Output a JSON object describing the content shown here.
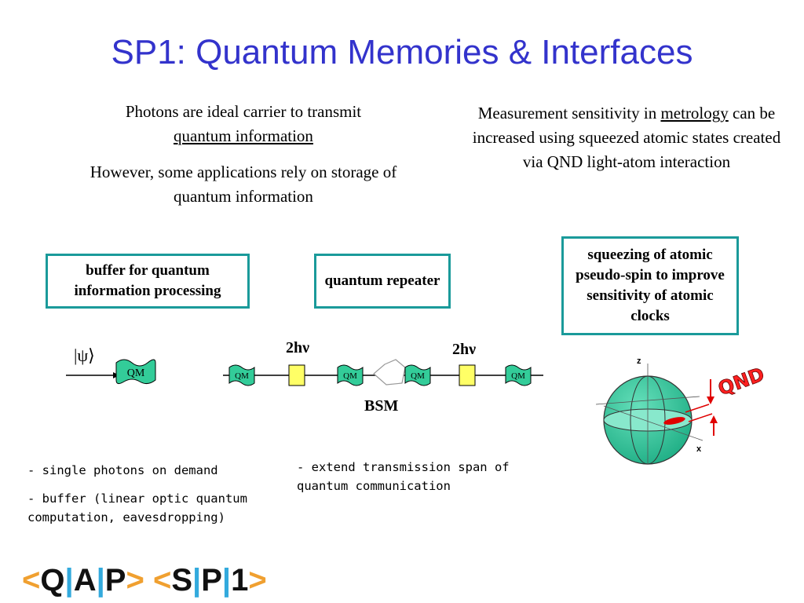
{
  "slide": {
    "title": "SP1: Quantum Memories & Interfaces",
    "left_text": {
      "line1": "Photons are ideal carrier to transmit",
      "line2_link": "quantum information",
      "para2": "However, some applications rely on storage of quantum information"
    },
    "right_text": {
      "pre": "Measurement sensitivity in ",
      "link": "metrology",
      "post": " can be increased using squeezed atomic states created via QND light-atom interaction"
    },
    "boxes": {
      "buffer": "buffer for quantum information processing",
      "repeater": "quantum repeater",
      "squeezing": "squeezing of atomic pseudo-spin to improve sensitivity of  atomic clocks"
    },
    "diagram": {
      "psi": "|ψ⟩",
      "qm": "QM",
      "photon_pair": "2hν",
      "bsm": "BSM",
      "axis_z": "z",
      "axis_x": "x",
      "qnd": "QND"
    },
    "notes": {
      "left1": "- single photons on demand",
      "left2": "- buffer (linear optic quantum computation, eavesdropping)",
      "middle1": "- extend transmission span of quantum communication"
    },
    "logo": {
      "text": "<Q|A|P> <S|P|1>"
    },
    "colors": {
      "title": "#3333cc",
      "box_border": "#1a9a9a",
      "qm_fill": "#33cc99",
      "detector_fill": "#ffff66",
      "sphere_fill": "#33cc99",
      "qnd": "#e00000"
    }
  }
}
